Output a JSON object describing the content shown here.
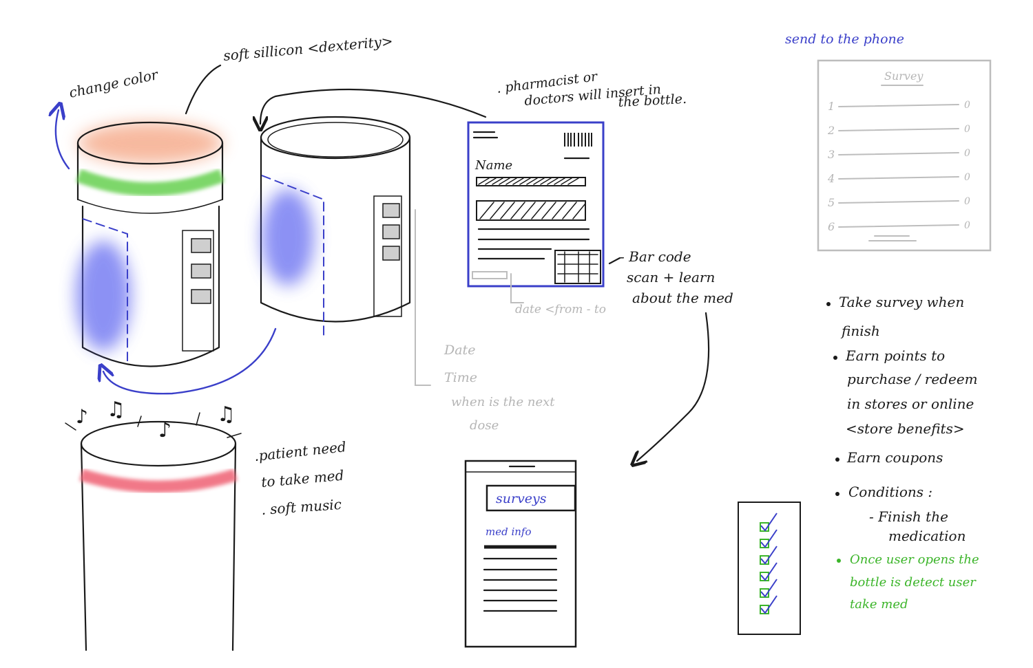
{
  "annotations": {
    "change_color": "change color",
    "soft_silicon": "soft sillicon <dexterity>",
    "pharmacist_note_1": ". pharmacist or",
    "pharmacist_note_2": "doctors will insert in",
    "pharmacist_note_3": "the bottle.",
    "send_to_phone": "send to the phone",
    "barcode_1": "- Bar code",
    "barcode_2": "scan + learn",
    "barcode_3": "about the med",
    "date_from_to": "date <from - to",
    "buttons_date": "Date",
    "buttons_time": "Time",
    "buttons_next_dose_1": "when is the next",
    "buttons_next_dose_2": "dose",
    "patient_need": ".patient need",
    "take_med": "to take med",
    "soft_music": ". soft music"
  },
  "prescription_card": {
    "name_label": "Name"
  },
  "phone_screen": {
    "surveys_button": "surveys",
    "med_info_label": "med info"
  },
  "survey_sheet": {
    "title": "Survey",
    "rows": [
      {
        "num": "1",
        "score": "0"
      },
      {
        "num": "2",
        "score": "0"
      },
      {
        "num": "3",
        "score": "0"
      },
      {
        "num": "4",
        "score": "0"
      },
      {
        "num": "5",
        "score": "0"
      },
      {
        "num": "6",
        "score": "0"
      }
    ]
  },
  "benefits": {
    "take_survey_1": "Take survey when",
    "take_survey_2": "finish",
    "earn_points_1": "Earn points to",
    "earn_points_2": "purchase / redeem",
    "earn_points_3": "in stores or online",
    "earn_points_4": "<store benefits>",
    "earn_coupons": "Earn coupons",
    "conditions": "Conditions :",
    "finish_1": "- Finish the",
    "finish_2": "medication",
    "once_user_1": "Once user opens the",
    "once_user_2": "bottle is detect user",
    "once_user_3": "take med"
  },
  "colors": {
    "ink": "#1a1a1a",
    "blue_ink": "#3a3fc9",
    "green_ink": "#3cb52a",
    "grey_ink": "#b5b5b5",
    "lid_glow": "#f4a27f",
    "band_green": "#6fd35a",
    "band_red": "#f06a7c",
    "side_glow_blue": "#5b63f0"
  }
}
